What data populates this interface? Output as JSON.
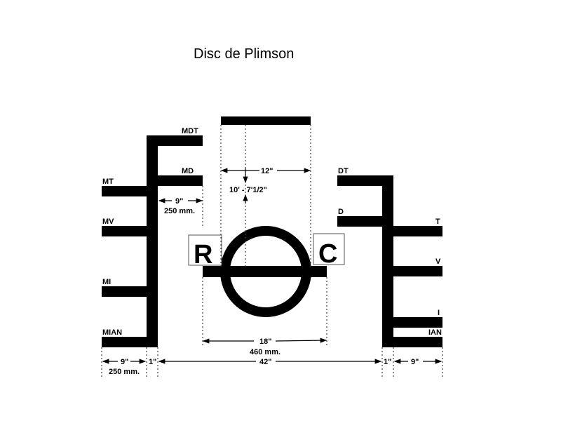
{
  "title": "Disc de Plimson",
  "left_marks": {
    "mdt": "MDT",
    "md": "MD",
    "mt": "MT",
    "mv": "MV",
    "mi": "MI",
    "mian": "MIAN"
  },
  "right_marks": {
    "dt": "DT",
    "d": "D",
    "t": "T",
    "v": "V",
    "i": "I",
    "ian": "IAN"
  },
  "disc": {
    "left_letter": "R",
    "right_letter": "C"
  },
  "dimensions": {
    "top_bar_width": "12\"",
    "disc_height": "10' - 7'1/2\"",
    "arm_spacing": "9\"",
    "arm_spacing_mm": "250 mm.",
    "disc_bar_width": "18\"",
    "disc_bar_width_mm": "460 mm.",
    "bottom_left_arm": "9\"",
    "bottom_left_arm_mm": "250 mm.",
    "bottom_left_stem": "1\"",
    "bottom_span": "42\"",
    "bottom_right_stem": "1\"",
    "bottom_right_arm": "9\""
  },
  "colors": {
    "ink": "#000000",
    "background": "#ffffff"
  }
}
